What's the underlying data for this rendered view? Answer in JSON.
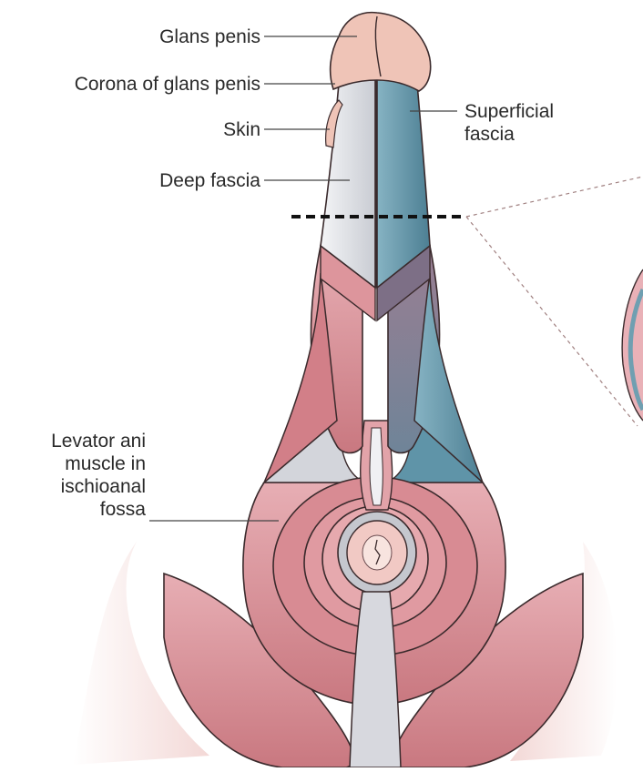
{
  "labels": {
    "glans_penis": "Glans penis",
    "corona": "Corona of glans penis",
    "skin": "Skin",
    "deep_fascia": "Deep fascia",
    "superficial_fascia": "Superficial\nfascia",
    "levator_ani": "Levator ani\nmuscle in\nischioanal\nfossa"
  },
  "colors": {
    "muscle": "#d4868e",
    "muscle_light": "#e7aeb4",
    "muscle_dark": "#b9656f",
    "deep_fascia": "#dfe1e6",
    "superficial_fascia": "#6f9fb1",
    "teal_dark": "#4d7f93",
    "glans": "#efc4b7",
    "outline": "#3a2a2c"
  }
}
